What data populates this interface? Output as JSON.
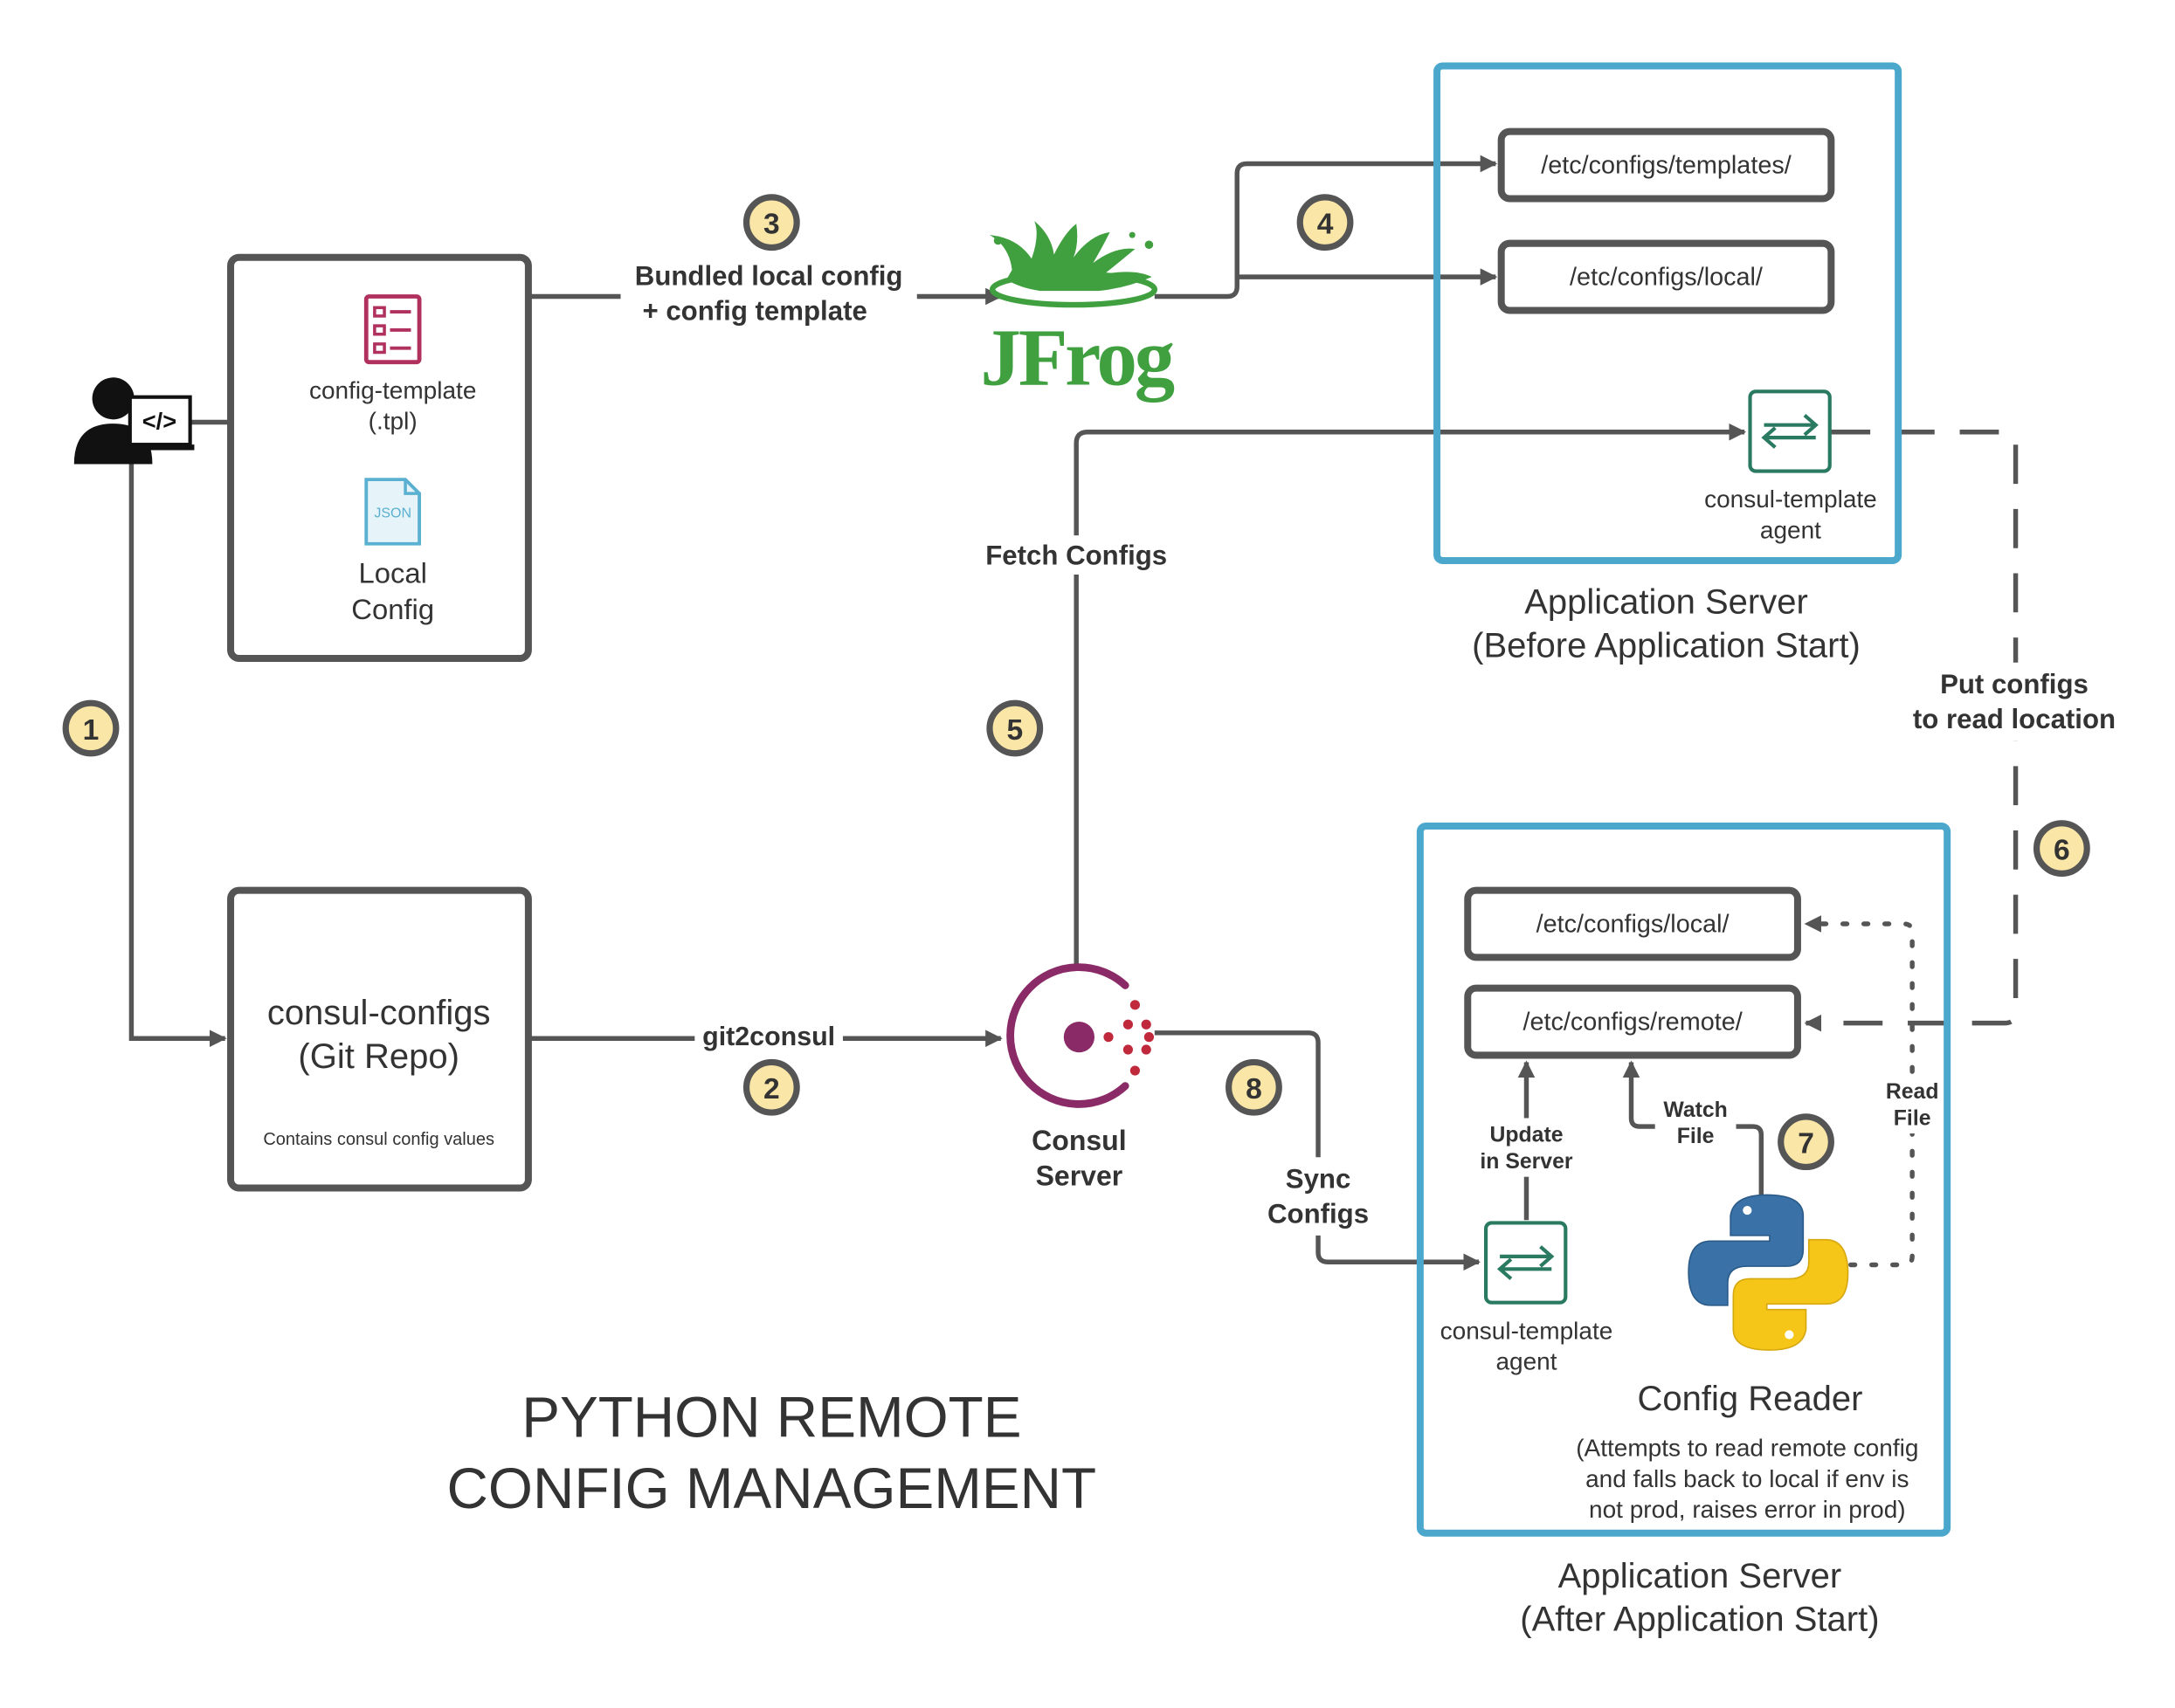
{
  "title": {
    "line1": "PYTHON REMOTE",
    "line2": "CONFIG MANAGEMENT"
  },
  "steps": [
    "1",
    "2",
    "3",
    "4",
    "5",
    "6",
    "7",
    "8"
  ],
  "developer": {
    "code_glyph": "</>",
    "icon": "developer-laptop-icon"
  },
  "bundle_box": {
    "config_template": {
      "line1": "config-template",
      "line2": "(.tpl)",
      "icon": "list-file-icon"
    },
    "local_config": {
      "line1": "Local",
      "line2": "Config",
      "icon": "json-file-icon",
      "icon_text": "JSON"
    }
  },
  "git_repo": {
    "line1": "consul-configs",
    "line2": "(Git Repo)",
    "note": "Contains consul config values"
  },
  "arrows": {
    "bundled": {
      "line1": "Bundled local config",
      "line2": "+ config template"
    },
    "git2consul": "git2consul",
    "fetch_configs": "Fetch Configs",
    "put_configs": {
      "line1": "Put configs",
      "line2": "to read location"
    },
    "sync_configs": {
      "line1": "Sync",
      "line2": "Configs"
    },
    "update_in_server": {
      "line1": "Update",
      "line2": "in Server"
    },
    "watch_file": {
      "line1": "Watch",
      "line2": "File"
    },
    "read_file": {
      "line1": "Read",
      "line2": "File"
    }
  },
  "jfrog": {
    "logo_text": "JFrog"
  },
  "consul": {
    "line1": "Consul",
    "line2": "Server",
    "icon": "consul-logo-icon"
  },
  "server_before": {
    "paths": [
      "/etc/configs/templates/",
      "/etc/configs/local/"
    ],
    "agent": {
      "line1": "consul-template",
      "line2": "agent",
      "icon": "sync-arrows-icon"
    },
    "caption": {
      "line1": "Application Server",
      "line2": "(Before Application Start)"
    }
  },
  "server_after": {
    "paths": [
      "/etc/configs/local/",
      "/etc/configs/remote/"
    ],
    "agent": {
      "line1": "consul-template",
      "line2": "agent",
      "icon": "sync-arrows-icon"
    },
    "reader": {
      "title": "Config Reader",
      "desc": [
        "(Attempts to read remote config",
        "and falls back to local if env is",
        "not prod, raises error in prod)"
      ],
      "icon": "python-logo-icon"
    },
    "caption": {
      "line1": "Application Server",
      "line2": "(After Application Start)"
    }
  },
  "colors": {
    "server_border": "#4ba8cc",
    "badge_fill": "#fae6a6",
    "jfrog_green": "#40a040",
    "consul_purple": "#8a2a66",
    "consul_red": "#c0283c",
    "agent_green": "#2a7a62",
    "template_icon": "#b0305e",
    "json_icon": "#5ab0d0",
    "python_blue": "#3a72a8",
    "python_yellow": "#f5c518"
  }
}
